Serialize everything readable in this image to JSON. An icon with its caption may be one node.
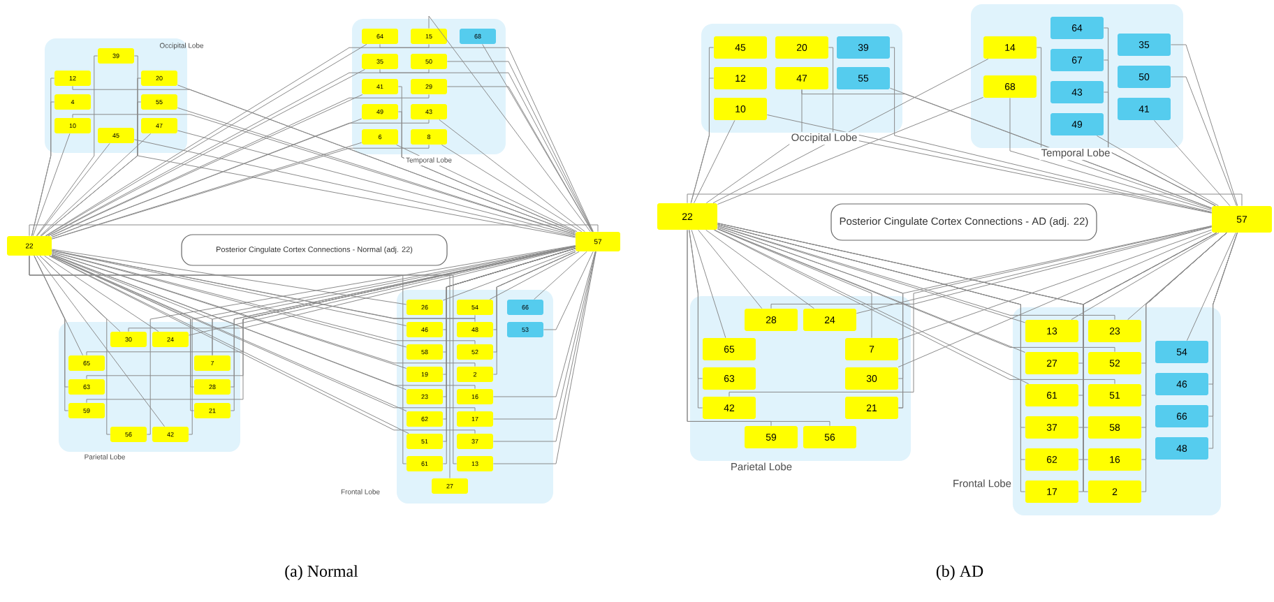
{
  "diagram": {
    "nodes": [
      {
        "text": [
          "Occipital Lobe"
        ]
      },
      {
        "text": [
          "39"
        ],
        "in": 0
      },
      {
        "text": [
          "12"
        ],
        "in": 0
      },
      {
        "text": [
          "20"
        ],
        "in": 0
      },
      {
        "text": [
          "4"
        ],
        "in": 0
      },
      {
        "text": [
          "55"
        ],
        "in": 0
      },
      {
        "text": [
          "10"
        ],
        "in": 0
      },
      {
        "text": [
          "47"
        ],
        "in": 0
      },
      {
        "text": [
          "45"
        ],
        "in": 0
      },
      {
        "text": [
          "Temporal Lobe"
        ]
      },
      {
        "text": [
          "64"
        ],
        "in": 9
      },
      {
        "text": [
          "15"
        ],
        "in": 9
      },
      {
        "text": [
          "68"
        ],
        "in": 9
      },
      {
        "text": [
          "35"
        ],
        "in": 9
      },
      {
        "text": [
          "50"
        ],
        "in": 9
      },
      {
        "text": [
          "41"
        ],
        "in": 9
      },
      {
        "text": [
          "29"
        ],
        "in": 9
      },
      {
        "text": [
          "49"
        ],
        "in": 9
      },
      {
        "text": [
          "43"
        ],
        "in": 9
      },
      {
        "text": [
          "6"
        ],
        "in": 9
      },
      {
        "text": [
          "8"
        ],
        "in": 9
      },
      {
        "text": [
          "22"
        ]
      },
      {
        "text": [
          "Posterior Cingulate Cortex Connections - Normal (adj. 22)"
        ]
      },
      {
        "text": [
          "57"
        ]
      },
      {
        "text": [
          "Parietal Lobe"
        ]
      },
      {
        "text": [
          "30"
        ],
        "in": 24
      },
      {
        "text": [
          "24"
        ],
        "in": 24
      },
      {
        "text": [
          "65"
        ],
        "in": 24
      },
      {
        "text": [
          "7"
        ],
        "in": 24
      },
      {
        "text": [
          "63"
        ],
        "in": 24
      },
      {
        "text": [
          "28"
        ],
        "in": 24
      },
      {
        "text": [
          "59"
        ],
        "in": 24
      },
      {
        "text": [
          "21"
        ],
        "in": 24
      },
      {
        "text": [
          "56"
        ],
        "in": 24
      },
      {
        "text": [
          "42"
        ],
        "in": 24
      },
      {
        "text": [
          "Frontal Lobe"
        ]
      },
      {
        "text": [
          "26"
        ],
        "in": 35
      },
      {
        "text": [
          "54"
        ],
        "in": 35
      },
      {
        "text": [
          "66"
        ],
        "in": 35
      },
      {
        "text": [
          "46"
        ],
        "in": 35
      },
      {
        "text": [
          "48"
        ],
        "in": 35
      },
      {
        "text": [
          "53"
        ],
        "in": 35
      },
      {
        "text": [
          "58"
        ],
        "in": 35
      },
      {
        "text": [
          "52"
        ],
        "in": 35
      },
      {
        "text": [
          "19"
        ],
        "in": 35
      },
      {
        "text": [
          "2"
        ],
        "in": 35
      },
      {
        "text": [
          "23"
        ],
        "in": 35
      },
      {
        "text": [
          "16"
        ],
        "in": 35
      },
      {
        "text": [
          "62"
        ],
        "in": 35
      },
      {
        "text": [
          "17"
        ],
        "in": 35
      },
      {
        "text": [
          "51"
        ],
        "in": 35
      },
      {
        "text": [
          "37"
        ],
        "in": 35
      },
      {
        "text": [
          "61"
        ],
        "in": 35
      },
      {
        "text": [
          "13"
        ],
        "in": 35
      },
      {
        "text": [
          "27"
        ],
        "in": 35
      },
      {
        "text": [
          "Occipital Lobe"
        ]
      },
      {
        "text": [
          "45"
        ],
        "in": 55
      },
      {
        "text": [
          "20"
        ],
        "in": 55
      },
      {
        "text": [
          "39"
        ],
        "in": 55
      },
      {
        "text": [
          "12"
        ],
        "in": 55
      },
      {
        "text": [
          "47"
        ],
        "in": 55
      },
      {
        "text": [
          "55"
        ],
        "in": 55
      },
      {
        "text": [
          "10"
        ],
        "in": 55
      },
      {
        "text": [
          "Temporal Lobe"
        ]
      },
      {
        "text": [
          "14"
        ],
        "in": 63
      },
      {
        "text": [
          "68"
        ],
        "in": 63
      },
      {
        "text": [
          "64"
        ],
        "in": 63
      },
      {
        "text": [
          "67"
        ],
        "in": 63
      },
      {
        "text": [
          "43"
        ],
        "in": 63
      },
      {
        "text": [
          "49"
        ],
        "in": 63
      },
      {
        "text": [
          "35"
        ],
        "in": 63
      },
      {
        "text": [
          "50"
        ],
        "in": 63
      },
      {
        "text": [
          "41"
        ],
        "in": 63
      },
      {
        "text": [
          "22"
        ]
      },
      {
        "text": [
          "Posterior Cingulate Cortex Connections - AD (adj. 22)"
        ]
      },
      {
        "text": [
          "57"
        ]
      },
      {
        "text": [
          "Parietal Lobe"
        ]
      },
      {
        "text": [
          "28"
        ],
        "in": 76
      },
      {
        "text": [
          "24"
        ],
        "in": 76
      },
      {
        "text": [
          "65"
        ],
        "in": 76
      },
      {
        "text": [
          "7"
        ],
        "in": 76
      },
      {
        "text": [
          "63"
        ],
        "in": 76
      },
      {
        "text": [
          "30"
        ],
        "in": 76
      },
      {
        "text": [
          "42"
        ],
        "in": 76
      },
      {
        "text": [
          "21"
        ],
        "in": 76
      },
      {
        "text": [
          "59"
        ],
        "in": 76
      },
      {
        "text": [
          "56"
        ],
        "in": 76
      },
      {
        "text": [
          "Frontal Lobe"
        ]
      },
      {
        "text": [
          "13"
        ],
        "in": 87
      },
      {
        "text": [
          "23"
        ],
        "in": 87
      },
      {
        "text": [
          "54"
        ],
        "in": 87
      },
      {
        "text": [
          "27"
        ],
        "in": 87
      },
      {
        "text": [
          "52"
        ],
        "in": 87
      },
      {
        "text": [
          "46"
        ],
        "in": 87
      },
      {
        "text": [
          "61"
        ],
        "in": 87
      },
      {
        "text": [
          "51"
        ],
        "in": 87
      },
      {
        "text": [
          "66"
        ],
        "in": 87
      },
      {
        "text": [
          "37"
        ],
        "in": 87
      },
      {
        "text": [
          "58"
        ],
        "in": 87
      },
      {
        "text": [
          "48"
        ],
        "in": 87
      },
      {
        "text": [
          "62"
        ],
        "in": 87
      },
      {
        "text": [
          "16"
        ],
        "in": 87
      },
      {
        "text": [
          "17"
        ],
        "in": 87
      },
      {
        "text": [
          "2"
        ],
        "in": 87
      }
    ],
    "edges": [
      {
        "from": 21,
        "to": 23,
        "arrow": "none"
      },
      {
        "from": 21,
        "to": 1,
        "arrow": "none"
      },
      {
        "from": 21,
        "to": 2,
        "arrow": "none"
      },
      {
        "from": 21,
        "to": 3,
        "arrow": "none"
      },
      {
        "from": 21,
        "to": 4,
        "arrow": "none"
      },
      {
        "from": 21,
        "to": 5,
        "arrow": "none"
      },
      {
        "from": 21,
        "to": 6,
        "arrow": "none"
      },
      {
        "from": 21,
        "to": 7,
        "arrow": "none"
      },
      {
        "from": 21,
        "to": 8,
        "arrow": "none"
      },
      {
        "from": 21,
        "to": 10,
        "arrow": "none"
      },
      {
        "from": 21,
        "to": 11,
        "arrow": "none"
      },
      {
        "from": 21,
        "to": 13,
        "arrow": "none"
      },
      {
        "from": 21,
        "to": 14,
        "arrow": "none"
      },
      {
        "from": 21,
        "to": 15,
        "arrow": "none"
      },
      {
        "from": 21,
        "to": 16,
        "arrow": "none"
      },
      {
        "from": 21,
        "to": 17,
        "arrow": "none"
      },
      {
        "from": 21,
        "to": 18,
        "arrow": "none"
      },
      {
        "from": 21,
        "to": 19,
        "arrow": "none"
      },
      {
        "from": 21,
        "to": 20,
        "arrow": "none"
      },
      {
        "from": 21,
        "to": 25,
        "arrow": "none"
      },
      {
        "from": 21,
        "to": 26,
        "arrow": "none"
      },
      {
        "from": 21,
        "to": 27,
        "arrow": "none"
      },
      {
        "from": 21,
        "to": 28,
        "arrow": "none"
      },
      {
        "from": 21,
        "to": 29,
        "arrow": "none"
      },
      {
        "from": 21,
        "to": 30,
        "arrow": "none"
      },
      {
        "from": 21,
        "to": 31,
        "arrow": "none"
      },
      {
        "from": 21,
        "to": 32,
        "arrow": "none"
      },
      {
        "from": 21,
        "to": 33,
        "arrow": "none"
      },
      {
        "from": 21,
        "to": 34,
        "arrow": "none"
      },
      {
        "from": 21,
        "to": 36,
        "arrow": "none"
      },
      {
        "from": 21,
        "to": 37,
        "arrow": "none"
      },
      {
        "from": 21,
        "to": 39,
        "arrow": "none"
      },
      {
        "from": 21,
        "to": 40,
        "arrow": "none"
      },
      {
        "from": 21,
        "to": 42,
        "arrow": "none"
      },
      {
        "from": 21,
        "to": 43,
        "arrow": "none"
      },
      {
        "from": 21,
        "to": 44,
        "arrow": "none"
      },
      {
        "from": 21,
        "to": 45,
        "arrow": "none"
      },
      {
        "from": 21,
        "to": 46,
        "arrow": "none"
      },
      {
        "from": 21,
        "to": 47,
        "arrow": "none"
      },
      {
        "from": 21,
        "to": 48,
        "arrow": "none"
      },
      {
        "from": 21,
        "to": 49,
        "arrow": "none"
      },
      {
        "from": 21,
        "to": 50,
        "arrow": "none"
      },
      {
        "from": 21,
        "to": 51,
        "arrow": "none"
      },
      {
        "from": 21,
        "to": 52,
        "arrow": "none"
      },
      {
        "from": 21,
        "to": 53,
        "arrow": "none"
      },
      {
        "from": 21,
        "to": 54,
        "arrow": "none"
      },
      {
        "from": 23,
        "to": 1,
        "arrow": "none"
      },
      {
        "from": 23,
        "to": 2,
        "arrow": "none"
      },
      {
        "from": 23,
        "to": 3,
        "arrow": "none"
      },
      {
        "from": 23,
        "to": 5,
        "arrow": "none"
      },
      {
        "from": 23,
        "to": 6,
        "arrow": "none"
      },
      {
        "from": 23,
        "to": 7,
        "arrow": "none"
      },
      {
        "from": 23,
        "to": 8,
        "arrow": "none"
      },
      {
        "from": 23,
        "to": 10,
        "arrow": "none"
      },
      {
        "from": 23,
        "to": 11,
        "arrow": "none"
      },
      {
        "from": 23,
        "to": 12,
        "arrow": "none"
      },
      {
        "from": 23,
        "to": 13,
        "arrow": "none"
      },
      {
        "from": 23,
        "to": 14,
        "arrow": "none"
      },
      {
        "from": 23,
        "to": 15,
        "arrow": "none"
      },
      {
        "from": 23,
        "to": 16,
        "arrow": "none"
      },
      {
        "from": 23,
        "to": 17,
        "arrow": "none"
      },
      {
        "from": 23,
        "to": 18,
        "arrow": "none"
      },
      {
        "from": 23,
        "to": 19,
        "arrow": "none"
      },
      {
        "from": 23,
        "to": 20,
        "arrow": "none"
      },
      {
        "from": 23,
        "to": 25,
        "arrow": "none"
      },
      {
        "from": 23,
        "to": 26,
        "arrow": "none"
      },
      {
        "from": 23,
        "to": 27,
        "arrow": "none"
      },
      {
        "from": 23,
        "to": 28,
        "arrow": "none"
      },
      {
        "from": 23,
        "to": 29,
        "arrow": "none"
      },
      {
        "from": 23,
        "to": 30,
        "arrow": "none"
      },
      {
        "from": 23,
        "to": 31,
        "arrow": "none"
      },
      {
        "from": 23,
        "to": 32,
        "arrow": "none"
      },
      {
        "from": 23,
        "to": 33,
        "arrow": "none"
      },
      {
        "from": 23,
        "to": 34,
        "arrow": "none"
      },
      {
        "from": 23,
        "to": 36,
        "arrow": "none"
      },
      {
        "from": 23,
        "to": 37,
        "arrow": "none"
      },
      {
        "from": 23,
        "to": 38,
        "arrow": "none"
      },
      {
        "from": 23,
        "to": 39,
        "arrow": "none"
      },
      {
        "from": 23,
        "to": 40,
        "arrow": "none"
      },
      {
        "from": 23,
        "to": 41,
        "arrow": "none"
      },
      {
        "from": 23,
        "to": 42,
        "arrow": "none"
      },
      {
        "from": 23,
        "to": 43,
        "arrow": "none"
      },
      {
        "from": 23,
        "to": 44,
        "arrow": "none"
      },
      {
        "from": 23,
        "to": 45,
        "arrow": "none"
      },
      {
        "from": 23,
        "to": 46,
        "arrow": "none"
      },
      {
        "from": 23,
        "to": 47,
        "arrow": "none"
      },
      {
        "from": 23,
        "to": 48,
        "arrow": "none"
      },
      {
        "from": 23,
        "to": 49,
        "arrow": "none"
      },
      {
        "from": 23,
        "to": 50,
        "arrow": "none"
      },
      {
        "from": 23,
        "to": 51,
        "arrow": "none"
      },
      {
        "from": 23,
        "to": 52,
        "arrow": "none"
      },
      {
        "from": 23,
        "to": 53,
        "arrow": "none"
      },
      {
        "from": 73,
        "to": 75,
        "arrow": "none"
      },
      {
        "from": 73,
        "to": 56,
        "arrow": "none"
      },
      {
        "from": 73,
        "to": 59,
        "arrow": "none"
      },
      {
        "from": 73,
        "to": 60,
        "arrow": "none"
      },
      {
        "from": 73,
        "to": 62,
        "arrow": "none"
      },
      {
        "from": 73,
        "to": 64,
        "arrow": "none"
      },
      {
        "from": 73,
        "to": 65,
        "arrow": "none"
      },
      {
        "from": 73,
        "to": 77,
        "arrow": "none"
      },
      {
        "from": 73,
        "to": 78,
        "arrow": "none"
      },
      {
        "from": 73,
        "to": 79,
        "arrow": "none"
      },
      {
        "from": 73,
        "to": 80,
        "arrow": "none"
      },
      {
        "from": 73,
        "to": 81,
        "arrow": "none"
      },
      {
        "from": 73,
        "to": 82,
        "arrow": "none"
      },
      {
        "from": 73,
        "to": 83,
        "arrow": "none"
      },
      {
        "from": 73,
        "to": 84,
        "arrow": "none"
      },
      {
        "from": 73,
        "to": 85,
        "arrow": "none"
      },
      {
        "from": 73,
        "to": 86,
        "arrow": "none"
      },
      {
        "from": 73,
        "to": 88,
        "arrow": "none"
      },
      {
        "from": 73,
        "to": 89,
        "arrow": "none"
      },
      {
        "from": 73,
        "to": 91,
        "arrow": "none"
      },
      {
        "from": 73,
        "to": 92,
        "arrow": "none"
      },
      {
        "from": 73,
        "to": 94,
        "arrow": "none"
      },
      {
        "from": 73,
        "to": 95,
        "arrow": "none"
      },
      {
        "from": 73,
        "to": 97,
        "arrow": "none"
      },
      {
        "from": 73,
        "to": 98,
        "arrow": "none"
      },
      {
        "from": 73,
        "to": 100,
        "arrow": "none"
      },
      {
        "from": 73,
        "to": 101,
        "arrow": "none"
      },
      {
        "from": 73,
        "to": 102,
        "arrow": "none"
      },
      {
        "from": 73,
        "to": 103,
        "arrow": "none"
      },
      {
        "from": 75,
        "to": 57,
        "arrow": "none"
      },
      {
        "from": 75,
        "to": 58,
        "arrow": "none"
      },
      {
        "from": 75,
        "to": 60,
        "arrow": "none"
      },
      {
        "from": 75,
        "to": 61,
        "arrow": "none"
      },
      {
        "from": 75,
        "to": 62,
        "arrow": "none"
      },
      {
        "from": 75,
        "to": 64,
        "arrow": "none"
      },
      {
        "from": 75,
        "to": 65,
        "arrow": "none"
      },
      {
        "from": 75,
        "to": 66,
        "arrow": "none"
      },
      {
        "from": 75,
        "to": 67,
        "arrow": "none"
      },
      {
        "from": 75,
        "to": 68,
        "arrow": "none"
      },
      {
        "from": 75,
        "to": 69,
        "arrow": "none"
      },
      {
        "from": 75,
        "to": 70,
        "arrow": "none"
      },
      {
        "from": 75,
        "to": 71,
        "arrow": "none"
      },
      {
        "from": 75,
        "to": 72,
        "arrow": "none"
      },
      {
        "from": 75,
        "to": 77,
        "arrow": "none"
      },
      {
        "from": 75,
        "to": 78,
        "arrow": "none"
      },
      {
        "from": 75,
        "to": 80,
        "arrow": "none"
      },
      {
        "from": 75,
        "to": 82,
        "arrow": "none"
      },
      {
        "from": 75,
        "to": 83,
        "arrow": "none"
      },
      {
        "from": 75,
        "to": 84,
        "arrow": "none"
      },
      {
        "from": 75,
        "to": 88,
        "arrow": "none"
      },
      {
        "from": 75,
        "to": 89,
        "arrow": "none"
      },
      {
        "from": 75,
        "to": 90,
        "arrow": "none"
      },
      {
        "from": 75,
        "to": 91,
        "arrow": "none"
      },
      {
        "from": 75,
        "to": 92,
        "arrow": "none"
      },
      {
        "from": 75,
        "to": 93,
        "arrow": "none"
      },
      {
        "from": 75,
        "to": 94,
        "arrow": "none"
      },
      {
        "from": 75,
        "to": 95,
        "arrow": "none"
      },
      {
        "from": 75,
        "to": 96,
        "arrow": "none"
      },
      {
        "from": 75,
        "to": 97,
        "arrow": "none"
      },
      {
        "from": 75,
        "to": 98,
        "arrow": "none"
      },
      {
        "from": 75,
        "to": 99,
        "arrow": "none"
      },
      {
        "from": 75,
        "to": 100,
        "arrow": "none"
      },
      {
        "from": 75,
        "to": 101,
        "arrow": "none"
      },
      {
        "from": 75,
        "to": 102,
        "arrow": "none"
      },
      {
        "from": 75,
        "to": 103,
        "arrow": "none"
      }
    ],
    "labels": [
      "(a) Normal",
      "(b) AD"
    ]
  }
}
